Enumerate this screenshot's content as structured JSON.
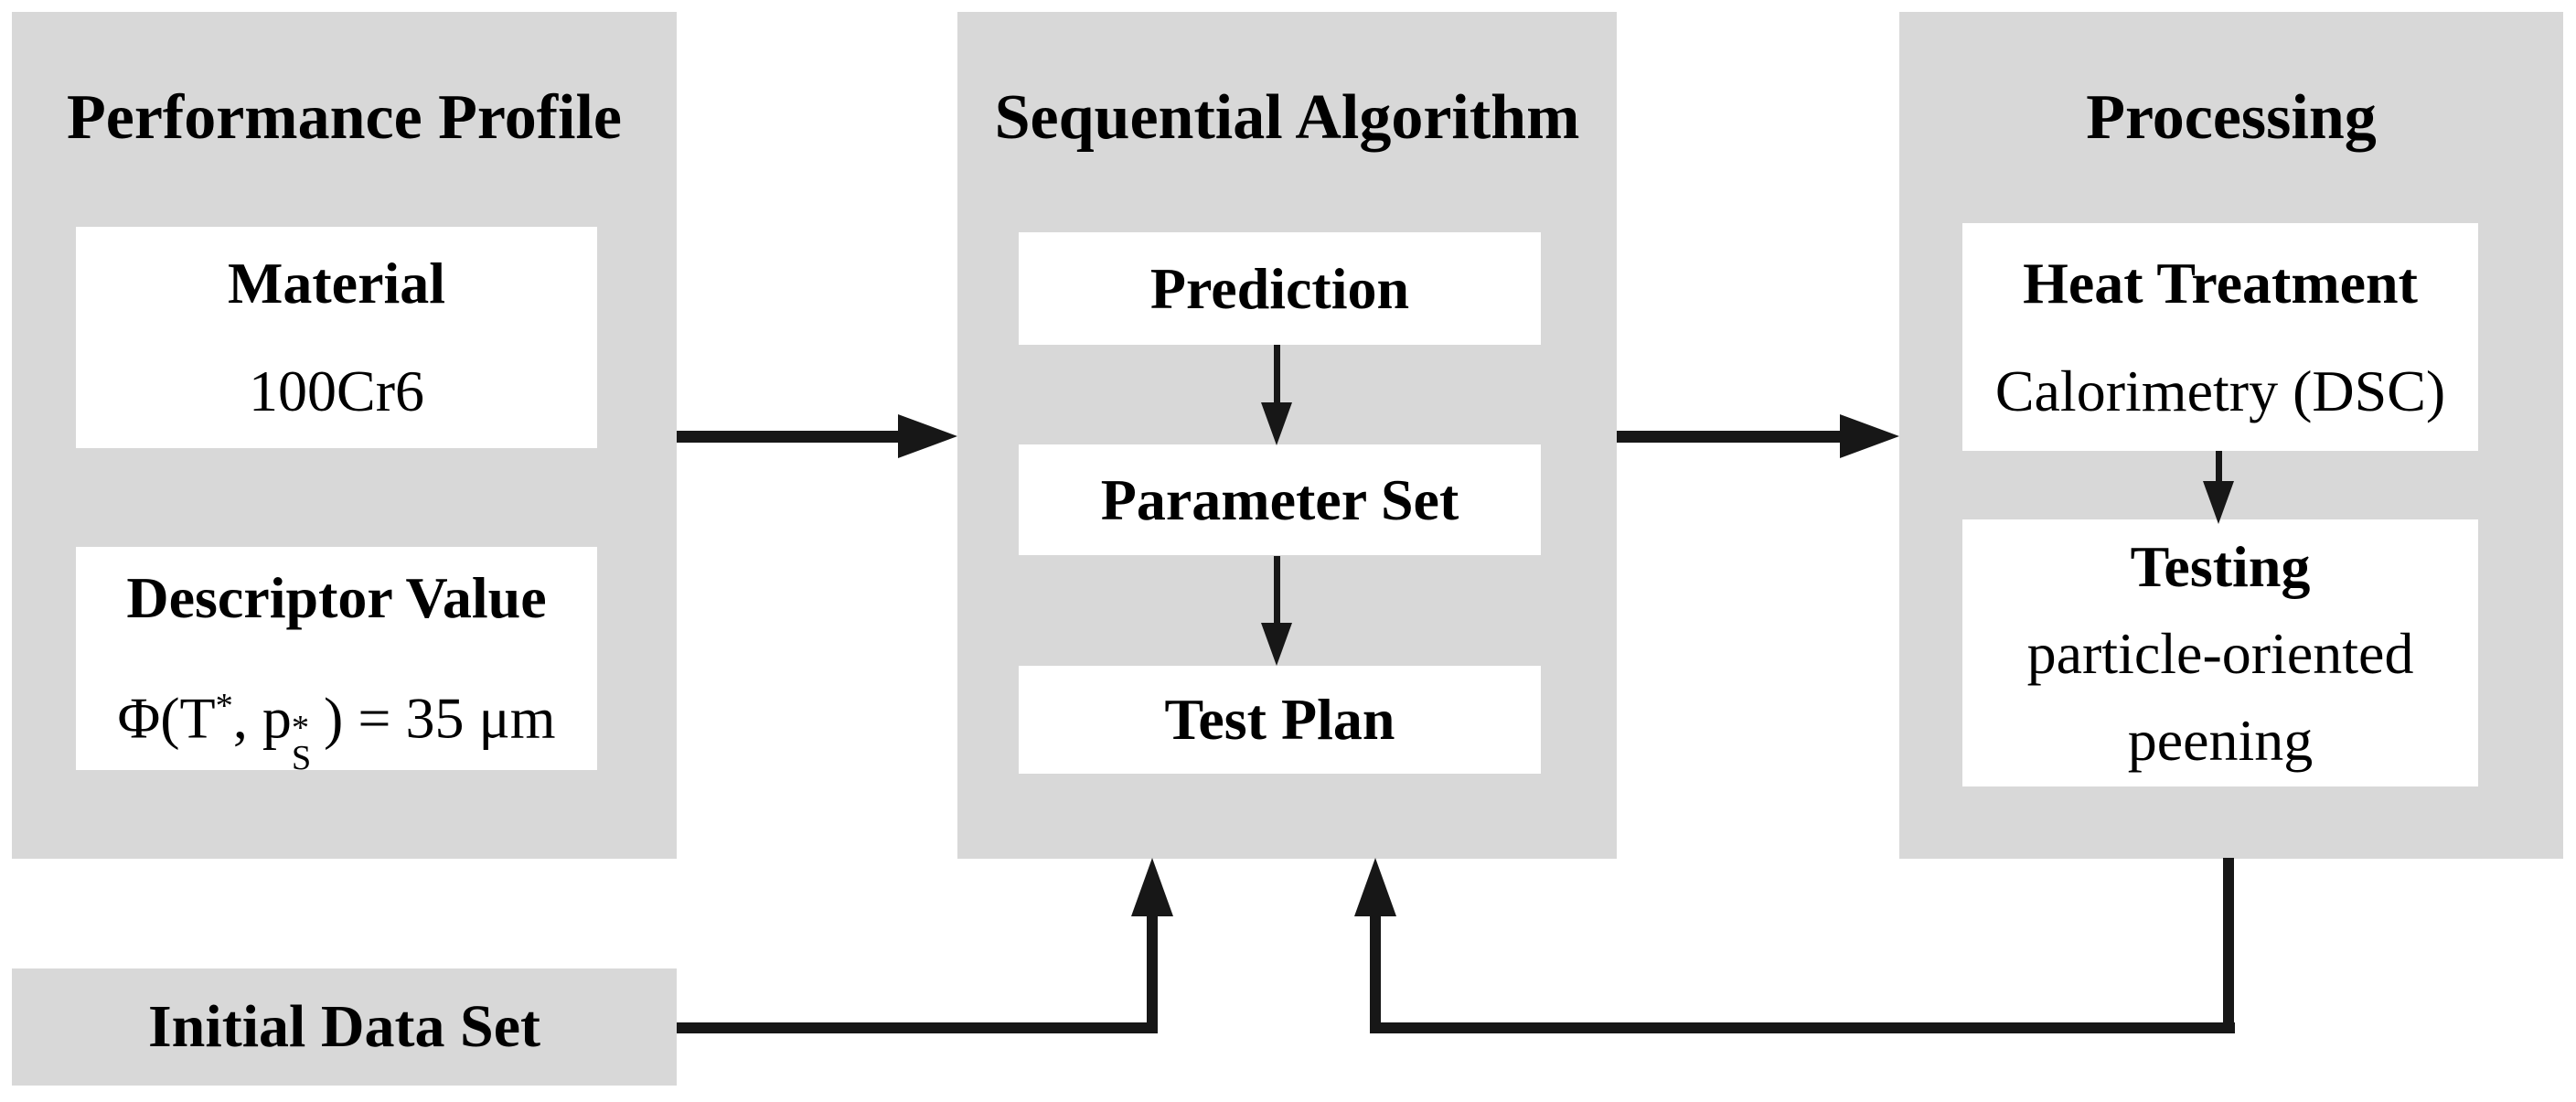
{
  "colors": {
    "panel_bg": "#d8d8d8",
    "box_bg": "#ffffff",
    "line": "#171717",
    "text": "#000000"
  },
  "panels": {
    "performance": {
      "title": "Performance Profile",
      "material": {
        "title": "Material",
        "value": "100Cr6"
      },
      "descriptor": {
        "title": "Descriptor Value",
        "formula": {
          "p1": "Φ(T",
          "sup1": "*",
          "p2": ", p",
          "sub1": "S",
          "sup2": "*",
          "p3": ") = 35 μm"
        }
      }
    },
    "sequential": {
      "title": "Sequential Algorithm",
      "steps": [
        "Prediction",
        "Parameter Set",
        "Test Plan"
      ]
    },
    "processing": {
      "title": "Processing",
      "heat_treatment": {
        "title": "Heat Treatment",
        "value": "Calorimetry (DSC)"
      },
      "testing": {
        "title": "Testing",
        "line1": "particle-oriented",
        "line2": "peening"
      }
    }
  },
  "initial_data_set": {
    "label": "Initial Data Set"
  },
  "edges": [
    {
      "from": "performance-profile",
      "to": "sequential-algorithm",
      "style": "thick-right-arrow"
    },
    {
      "from": "prediction",
      "to": "parameter-set",
      "style": "down-arrow"
    },
    {
      "from": "parameter-set",
      "to": "test-plan",
      "style": "down-arrow"
    },
    {
      "from": "sequential-algorithm",
      "to": "processing",
      "style": "thick-right-arrow"
    },
    {
      "from": "heat-treatment",
      "to": "testing",
      "style": "down-arrow"
    },
    {
      "from": "initial-data-set",
      "to": "sequential-algorithm",
      "style": "elbow-up-arrow"
    },
    {
      "from": "processing",
      "to": "sequential-algorithm",
      "style": "elbow-up-arrow"
    }
  ]
}
